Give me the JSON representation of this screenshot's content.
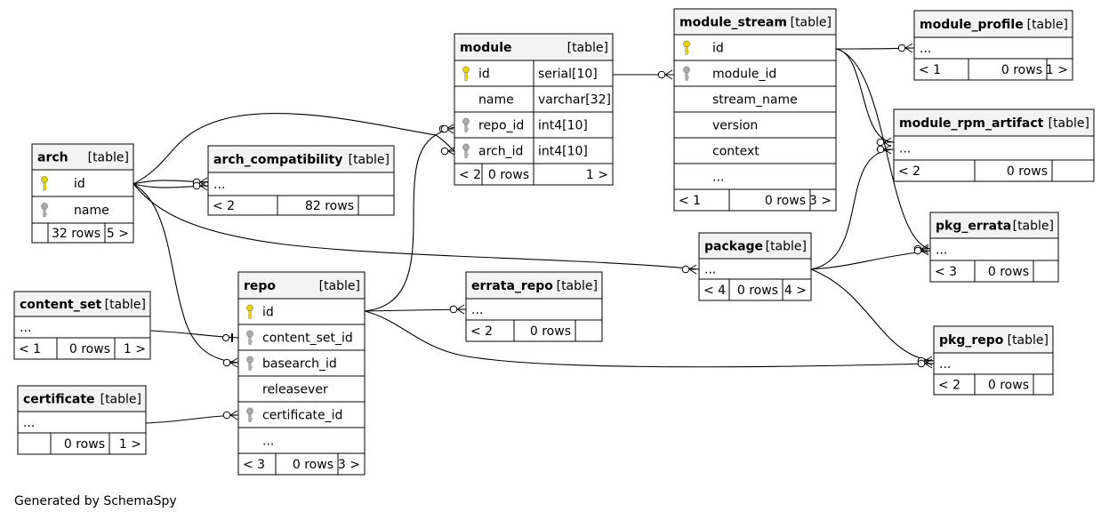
{
  "tables": {
    "arch": {
      "name": "arch",
      "tag": "[table]",
      "columns": [
        {
          "name": "id",
          "key": "primary"
        },
        {
          "name": "name",
          "key": "index"
        }
      ],
      "footer": {
        "left": "",
        "mid": "32 rows",
        "right": "5 >"
      }
    },
    "arch_compatibility": {
      "name": "arch_compatibility",
      "tag": "[table]",
      "columns": [
        {
          "name": "...",
          "key": "none"
        }
      ],
      "footer": {
        "left": "< 2",
        "mid": "82 rows",
        "right": ""
      }
    },
    "module": {
      "name": "module",
      "tag": "[table]",
      "columns": [
        {
          "name": "id",
          "type": "serial[10]",
          "key": "primary"
        },
        {
          "name": "name",
          "type": "varchar[32]",
          "key": "none"
        },
        {
          "name": "repo_id",
          "type": "int4[10]",
          "key": "index"
        },
        {
          "name": "arch_id",
          "type": "int4[10]",
          "key": "index"
        }
      ],
      "footer": {
        "left": "< 2",
        "mid": "0 rows",
        "right": "1 >"
      }
    },
    "module_stream": {
      "name": "module_stream",
      "tag": "[table]",
      "columns": [
        {
          "name": "id",
          "key": "primary"
        },
        {
          "name": "module_id",
          "key": "index"
        },
        {
          "name": "stream_name",
          "key": "none"
        },
        {
          "name": "version",
          "key": "none"
        },
        {
          "name": "context",
          "key": "none"
        },
        {
          "name": "...",
          "key": "none"
        }
      ],
      "footer": {
        "left": "< 1",
        "mid": "0 rows",
        "right": "3 >"
      }
    },
    "module_profile": {
      "name": "module_profile",
      "tag": "[table]",
      "columns": [
        {
          "name": "...",
          "key": "none"
        }
      ],
      "footer": {
        "left": "< 1",
        "mid": "0 rows",
        "right": "1 >"
      }
    },
    "module_rpm_artifact": {
      "name": "module_rpm_artifact",
      "tag": "[table]",
      "columns": [
        {
          "name": "...",
          "key": "none"
        }
      ],
      "footer": {
        "left": "< 2",
        "mid": "0 rows",
        "right": ""
      }
    },
    "package": {
      "name": "package",
      "tag": "[table]",
      "columns": [
        {
          "name": "...",
          "key": "none"
        }
      ],
      "footer": {
        "left": "< 4",
        "mid": "0 rows",
        "right": "4 >"
      }
    },
    "pkg_errata": {
      "name": "pkg_errata",
      "tag": "[table]",
      "columns": [
        {
          "name": "...",
          "key": "none"
        }
      ],
      "footer": {
        "left": "< 3",
        "mid": "0 rows",
        "right": ""
      }
    },
    "pkg_repo": {
      "name": "pkg_repo",
      "tag": "[table]",
      "columns": [
        {
          "name": "...",
          "key": "none"
        }
      ],
      "footer": {
        "left": "< 2",
        "mid": "0 rows",
        "right": ""
      }
    },
    "errata_repo": {
      "name": "errata_repo",
      "tag": "[table]",
      "columns": [
        {
          "name": "...",
          "key": "none"
        }
      ],
      "footer": {
        "left": "< 2",
        "mid": "0 rows",
        "right": ""
      }
    },
    "repo": {
      "name": "repo",
      "tag": "[table]",
      "columns": [
        {
          "name": "id",
          "key": "primary"
        },
        {
          "name": "content_set_id",
          "key": "index"
        },
        {
          "name": "basearch_id",
          "key": "index"
        },
        {
          "name": "releasever",
          "key": "none"
        },
        {
          "name": "certificate_id",
          "key": "index"
        },
        {
          "name": "...",
          "key": "none"
        }
      ],
      "footer": {
        "left": "< 3",
        "mid": "0 rows",
        "right": "3 >"
      }
    },
    "content_set": {
      "name": "content_set",
      "tag": "[table]",
      "columns": [
        {
          "name": "...",
          "key": "none"
        }
      ],
      "footer": {
        "left": "< 1",
        "mid": "0 rows",
        "right": "1 >"
      }
    },
    "certificate": {
      "name": "certificate",
      "tag": "[table]",
      "columns": [
        {
          "name": "...",
          "key": "none"
        }
      ],
      "footer": {
        "left": "",
        "mid": "0 rows",
        "right": "1 >"
      }
    }
  },
  "relationships": [
    {
      "from": "arch",
      "to": "module"
    },
    {
      "from": "arch",
      "to": "arch_compatibility"
    },
    {
      "from": "arch",
      "to": "package"
    },
    {
      "from": "arch",
      "to": "repo"
    },
    {
      "from": "module",
      "to": "module_stream"
    },
    {
      "from": "repo",
      "to": "module"
    },
    {
      "from": "module_stream",
      "to": "module_profile"
    },
    {
      "from": "module_stream",
      "to": "module_rpm_artifact"
    },
    {
      "from": "module_stream",
      "to": "pkg_errata"
    },
    {
      "from": "package",
      "to": "module_rpm_artifact"
    },
    {
      "from": "package",
      "to": "pkg_errata"
    },
    {
      "from": "package",
      "to": "pkg_repo"
    },
    {
      "from": "repo",
      "to": "errata_repo"
    },
    {
      "from": "repo",
      "to": "pkg_repo"
    },
    {
      "from": "content_set",
      "to": "repo"
    },
    {
      "from": "certificate",
      "to": "repo"
    }
  ],
  "colors": {
    "primary_key": "#e5d200",
    "index_key": "#aaaaaa",
    "header_bg": "#f3f3f3"
  },
  "footer_text": "Generated by SchemaSpy"
}
